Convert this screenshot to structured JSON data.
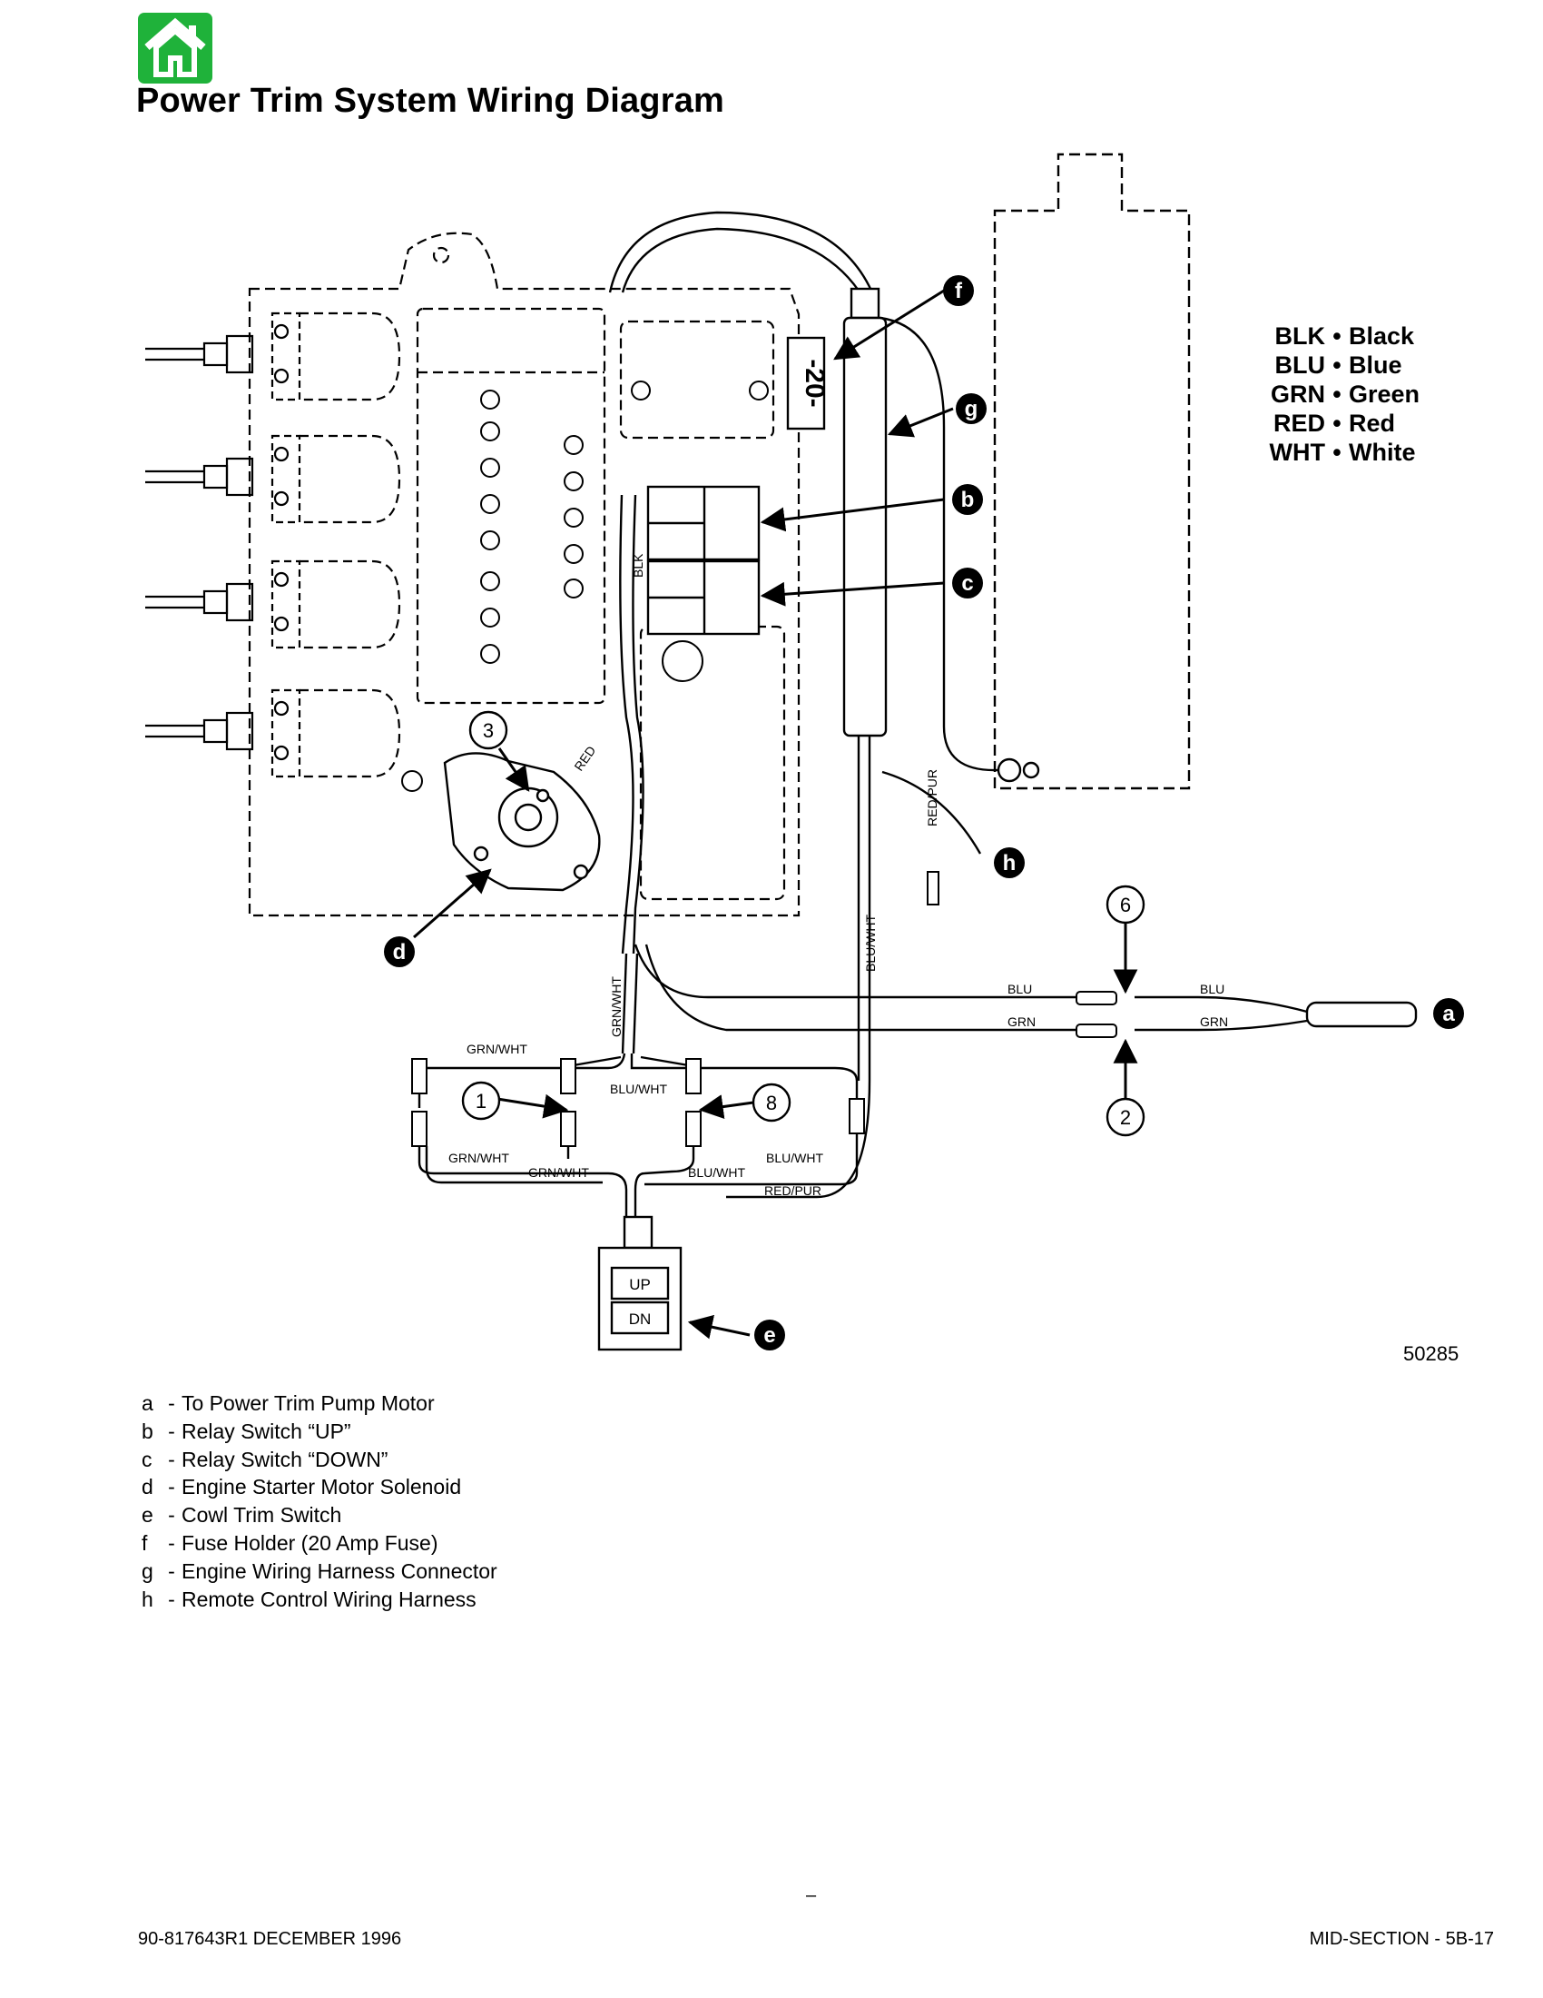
{
  "header": {
    "home_icon": "home-icon",
    "title": "Power Trim System Wiring Diagram"
  },
  "diagram": {
    "fuse_value": "-20-",
    "wire_labels": {
      "blk": "BLK",
      "red": "RED",
      "grn_wht": "GRN/WHT",
      "blu_wht": "BLU/WHT",
      "red_pur": "RED/PUR",
      "blu": "BLU",
      "grn": "GRN"
    },
    "switch": {
      "up": "UP",
      "down": "DN"
    },
    "callout_letters": [
      "a",
      "b",
      "c",
      "d",
      "e",
      "f",
      "g",
      "h"
    ],
    "connector_numbers": [
      "1",
      "2",
      "3",
      "6",
      "8"
    ]
  },
  "color_legend": [
    {
      "abbr": "BLK",
      "sep": "•",
      "name": "Black"
    },
    {
      "abbr": "BLU",
      "sep": "•",
      "name": "Blue"
    },
    {
      "abbr": "GRN",
      "sep": "•",
      "name": "Green"
    },
    {
      "abbr": "RED",
      "sep": "•",
      "name": "Red"
    },
    {
      "abbr": "WHT",
      "sep": "•",
      "name": "White"
    }
  ],
  "figure_number": "50285",
  "key": [
    {
      "letter": "a",
      "sep": "-",
      "text": "To Power Trim Pump Motor"
    },
    {
      "letter": "b",
      "sep": "-",
      "text": "Relay Switch “UP”"
    },
    {
      "letter": "c",
      "sep": "-",
      "text": "Relay Switch “DOWN”"
    },
    {
      "letter": "d",
      "sep": "-",
      "text": "Engine Starter Motor Solenoid"
    },
    {
      "letter": "e",
      "sep": "-",
      "text": "Cowl Trim Switch"
    },
    {
      "letter": "f",
      "sep": "-",
      "text": "Fuse Holder (20 Amp Fuse)"
    },
    {
      "letter": "g",
      "sep": "-",
      "text": "Engine Wiring Harness Connector"
    },
    {
      "letter": "h",
      "sep": "-",
      "text": "Remote Control Wiring Harness"
    }
  ],
  "footer": {
    "dash": "–",
    "left": "90-817643R1   DECEMBER 1996",
    "right": "MID-SECTION - 5B-17"
  }
}
